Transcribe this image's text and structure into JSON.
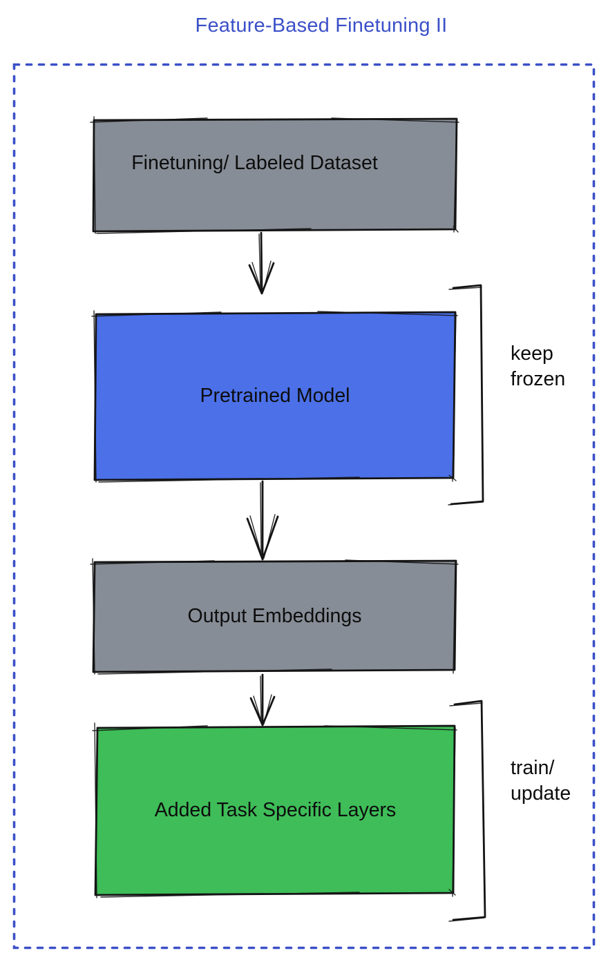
{
  "title": "Feature-Based Finetuning II",
  "colors": {
    "accent": "#3B50C8",
    "ink": "#141414",
    "label": "#0d0d0d",
    "box_gray": "#878D96",
    "box_blue": "#4B70E8",
    "box_green": "#3EBD58"
  },
  "nodes": [
    {
      "id": "finetuning-dataset",
      "label": "Finetuning/ Labeled Dataset",
      "fill": "gray"
    },
    {
      "id": "pretrained-model",
      "label": "Pretrained Model",
      "fill": "blue"
    },
    {
      "id": "output-embeddings",
      "label": "Output Embeddings",
      "fill": "gray"
    },
    {
      "id": "task-specific-layers",
      "label": "Added Task Specific Layers",
      "fill": "green"
    }
  ],
  "annotations": [
    {
      "target": "pretrained-model",
      "line1": "keep",
      "line2": "frozen"
    },
    {
      "target": "task-specific-layers",
      "line1": "train/",
      "line2": "update"
    }
  ],
  "connectors": [
    {
      "from": "finetuning-dataset",
      "to": "pretrained-model",
      "type": "arrow-down"
    },
    {
      "from": "pretrained-model",
      "to": "output-embeddings",
      "type": "arrow-down"
    },
    {
      "from": "output-embeddings",
      "to": "task-specific-layers",
      "type": "arrow-down"
    }
  ]
}
